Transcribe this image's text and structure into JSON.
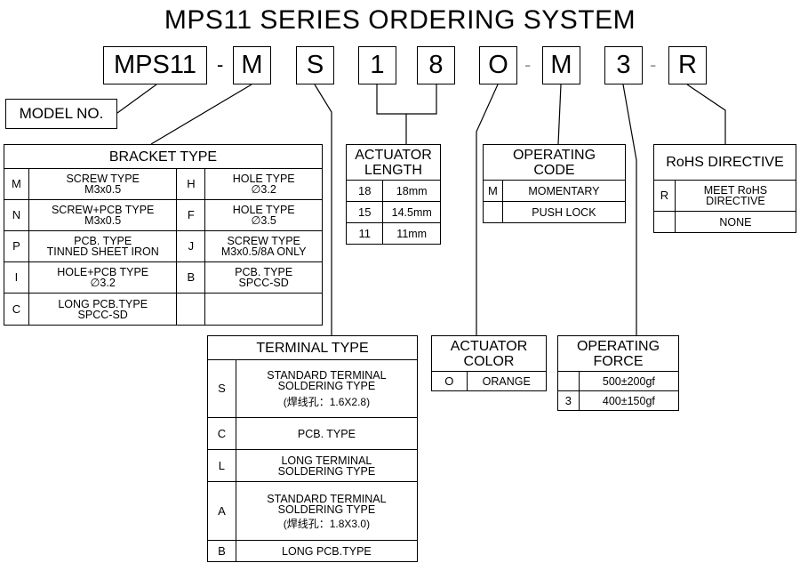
{
  "title": "MPS11 SERIES ORDERING SYSTEM",
  "code_boxes": [
    "MPS11",
    "M",
    "S",
    "1",
    "8",
    "O",
    "M",
    "3",
    "R"
  ],
  "dash": "-",
  "model_label": "MODEL NO.",
  "bracket": {
    "header": "BRACKET TYPE",
    "r1": {
      "c1": "M",
      "d1a": "SCREW TYPE",
      "d1b": "M3x0.5",
      "c2": "H",
      "d2a": "HOLE TYPE",
      "d2b": "∅3.2"
    },
    "r2": {
      "c1": "N",
      "d1a": "SCREW+PCB TYPE",
      "d1b": "M3x0.5",
      "c2": "F",
      "d2a": "HOLE TYPE",
      "d2b": "∅3.5"
    },
    "r3": {
      "c1": "P",
      "d1a": "PCB. TYPE",
      "d1b": "TINNED SHEET IRON",
      "c2": "J",
      "d2a": "SCREW TYPE",
      "d2b": "M3x0.5/8A ONLY"
    },
    "r4": {
      "c1": "I",
      "d1a": "HOLE+PCB TYPE",
      "d1b": "∅3.2",
      "c2": "B",
      "d2a": "PCB. TYPE",
      "d2b": "SPCC-SD"
    },
    "r5": {
      "c1": "C",
      "d1a": "LONG PCB.TYPE",
      "d1b": "SPCC-SD"
    }
  },
  "actuator_length": {
    "header1": "ACTUATOR",
    "header2": "LENGTH",
    "rows": [
      {
        "code": "18",
        "value": "18mm"
      },
      {
        "code": "15",
        "value": "14.5mm"
      },
      {
        "code": "11",
        "value": "11mm"
      }
    ]
  },
  "operating_code": {
    "header1": "OPERATING",
    "header2": "CODE",
    "rows": [
      {
        "code": "M",
        "value": "MOMENTARY"
      },
      {
        "code": "",
        "value": "PUSH LOCK"
      }
    ]
  },
  "rohs": {
    "header": "RoHS DIRECTIVE",
    "r1": {
      "code": "R",
      "a": "MEET RoHS",
      "b": "DIRECTIVE"
    },
    "r2": {
      "code": "",
      "value": "NONE"
    }
  },
  "terminal": {
    "header": "TERMINAL TYPE",
    "s": {
      "code": "S",
      "a": "STANDARD TERMINAL",
      "b": "SOLDERING TYPE",
      "c": "(焊线孔：1.6X2.8)"
    },
    "c": {
      "code": "C",
      "a": "PCB. TYPE"
    },
    "l": {
      "code": "L",
      "a": "LONG TERMINAL",
      "b": "SOLDERING TYPE"
    },
    "a": {
      "code": "A",
      "a": "STANDARD TERMINAL",
      "b": "SOLDERING TYPE",
      "c": "(焊线孔：1.8X3.0)"
    },
    "b": {
      "code": "B",
      "a": "LONG PCB.TYPE"
    }
  },
  "actuator_color": {
    "header1": "ACTUATOR",
    "header2": "COLOR",
    "rows": [
      {
        "code": "O",
        "value": "ORANGE"
      }
    ]
  },
  "operating_force": {
    "header1": "OPERATING",
    "header2": "FORCE",
    "rows": [
      {
        "code": "",
        "value": "500±200gf"
      },
      {
        "code": "3",
        "value": "400±150gf"
      }
    ]
  }
}
